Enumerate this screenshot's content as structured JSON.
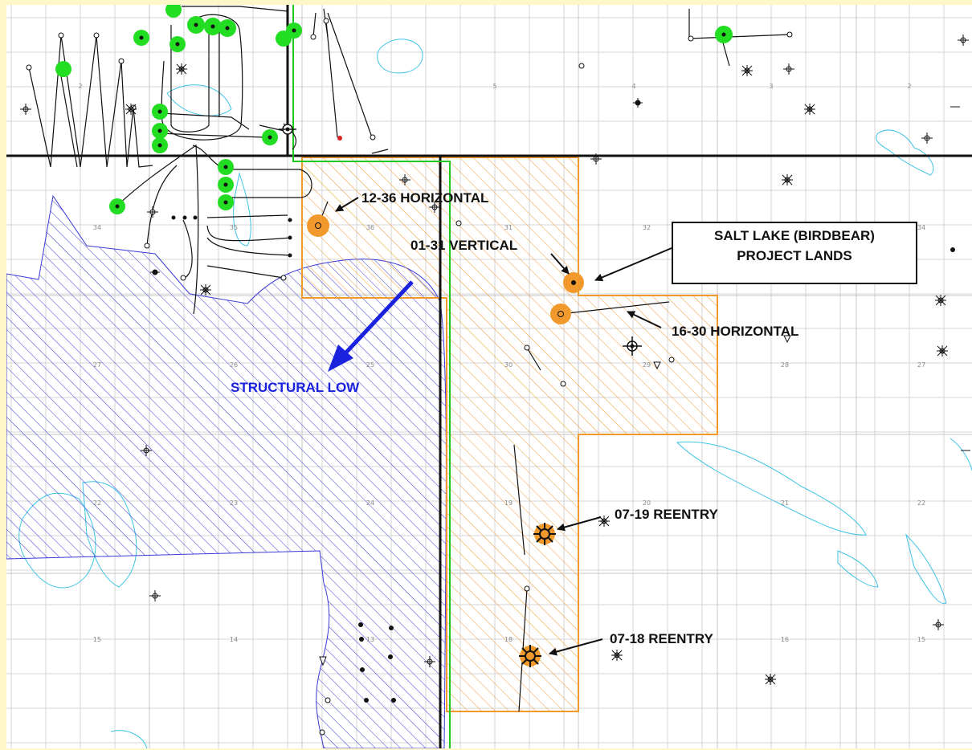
{
  "colors": {
    "background": "#fdf7c9",
    "grid": "#d4d4d4",
    "project_lands": "#f2992e",
    "structural_low": "#3a3ad6",
    "producing_well": "#22dd22",
    "water": "#3fc3e6",
    "boundary": "#111111",
    "green_line": "#1ec81e",
    "arrow_blue": "#1a22dd"
  },
  "labels": {
    "h1236": "12-36 HORIZONTAL",
    "v0131": "01-31 VERTICAL",
    "project_line1": "SALT LAKE (BIRDBEAR)",
    "project_line2": "PROJECT LANDS",
    "h1630": "16-30 HORIZONTAL",
    "structural_low": "STRUCTURAL LOW",
    "r0719": "07-19 REENTRY",
    "r0718": "07-18 REENTRY"
  },
  "section_numbers": {
    "s2a": "2",
    "s5": "5",
    "s4": "4",
    "s3": "3",
    "s2b": "2",
    "s34a": "34",
    "s35": "35",
    "s36": "36",
    "s31": "31",
    "s32": "32",
    "s34b": "34",
    "s27a": "27",
    "s26": "26",
    "s25": "25",
    "s30": "30",
    "s29": "29",
    "s28": "28",
    "s27b": "27",
    "s22a": "22",
    "s23": "23",
    "s24": "24",
    "s19": "19",
    "s20": "20",
    "s21": "21",
    "s22b": "22",
    "s15a": "15",
    "s14": "14",
    "s13": "13",
    "s18": "18",
    "s16": "16",
    "s15b": "15"
  }
}
